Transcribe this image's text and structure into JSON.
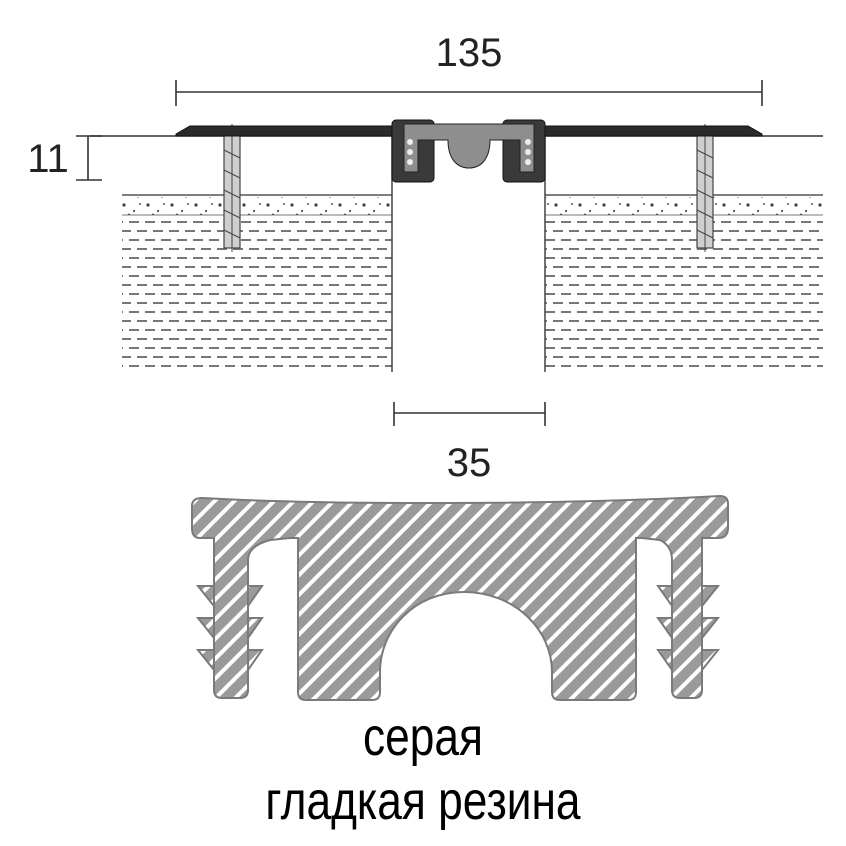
{
  "dimensions": {
    "total_width": "135",
    "profile_height": "11",
    "joint_width": "35"
  },
  "caption": {
    "line1": "серая",
    "line2": "гладкая резина"
  },
  "colors": {
    "line": "#333333",
    "profile_dark": "#2b2b2b",
    "rubber_fill": "#9a9a9a",
    "hatch": "#ffffff",
    "concrete_dash": "#666666"
  }
}
